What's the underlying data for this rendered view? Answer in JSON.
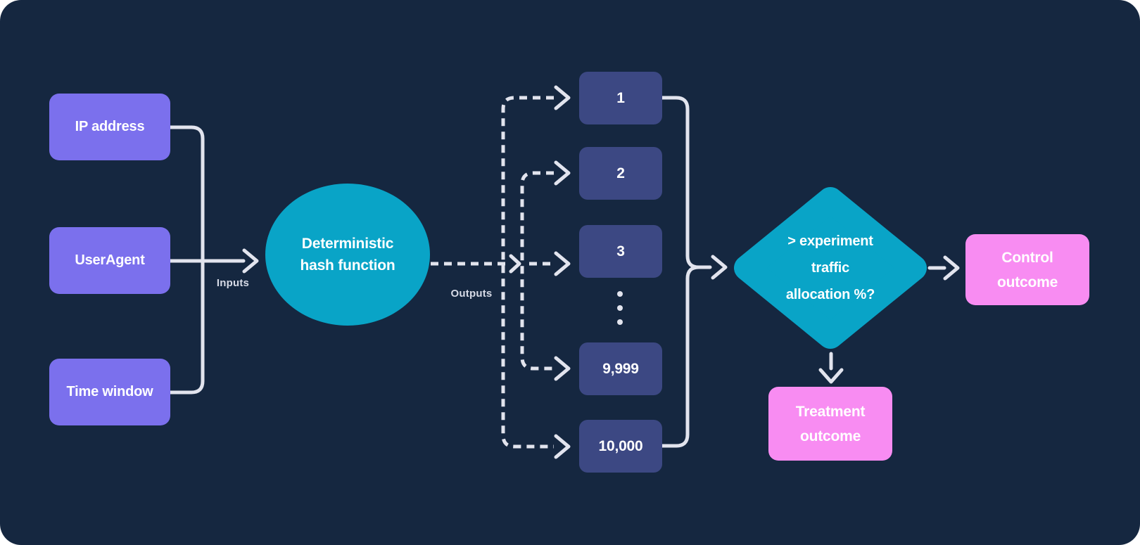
{
  "inputs": {
    "label": "Inputs",
    "nodes": [
      "IP address",
      "UserAgent",
      "Time window"
    ]
  },
  "hash_function": {
    "line1": "Deterministic",
    "line2": "hash function"
  },
  "outputs": {
    "label": "Outputs",
    "buckets": [
      "1",
      "2",
      "3",
      "9,999",
      "10,000"
    ],
    "ellipsis_dots": "3 vertical dots between bucket 3 and bucket 9,999"
  },
  "decision": {
    "line1": "> experiment",
    "line2": "traffic",
    "line3": "allocation %?"
  },
  "outcomes": {
    "control": {
      "line1": "Control",
      "line2": "outcome"
    },
    "treatment": {
      "line1": "Treatment",
      "line2": "outcome"
    }
  },
  "colors": {
    "background": "#152740",
    "input_node": "#7b70ed",
    "hash_node": "#09a4c7",
    "bucket_node": "#3c4883",
    "decision_node": "#09a4c7",
    "outcome_node": "#f88cf2",
    "connector": "#e2e4ee",
    "flow_label_text": "#d6dae6",
    "node_text": "#ffffff"
  }
}
